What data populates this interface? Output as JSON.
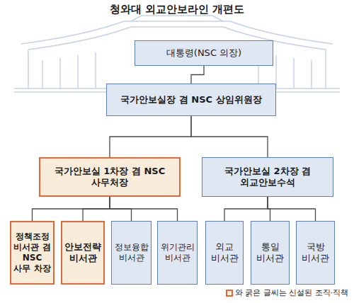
{
  "diagram": {
    "title": "청와대 외교안보라인 개편도",
    "nodes": [
      {
        "text": [
          "대통령(NSC 의장)"
        ]
      },
      {
        "text": [
          "국가안보실장 겸 NSC 상임위원장"
        ]
      },
      {
        "text": [
          "국가안보실 1차장 겸 NSC 사무처장"
        ]
      },
      {
        "text": [
          "국가안보실 2차장 겸 외교안보수석"
        ]
      },
      {
        "text": [
          "정책조정 비서관 겸 NSC 사무 차장"
        ]
      },
      {
        "text": [
          "안보전략 비서관"
        ]
      },
      {
        "text": [
          "정보융합 비서관"
        ]
      },
      {
        "text": [
          "위기관리 비서관"
        ]
      },
      {
        "text": [
          "외교 비서관"
        ]
      },
      {
        "text": [
          "통일 비서관"
        ]
      },
      {
        "text": [
          "국방 비서관"
        ]
      }
    ],
    "edges": [
      {
        "from": 0,
        "to": 1,
        "arrow": "none"
      },
      {
        "from": 1,
        "to": 2,
        "arrow": "none"
      },
      {
        "from": 1,
        "to": 3,
        "arrow": "none"
      },
      {
        "from": 2,
        "to": 4,
        "arrow": "none"
      },
      {
        "from": 2,
        "to": 5,
        "arrow": "none"
      },
      {
        "from": 2,
        "to": 6,
        "arrow": "none"
      },
      {
        "from": 2,
        "to": 7,
        "arrow": "none"
      },
      {
        "from": 3,
        "to": 8,
        "arrow": "none"
      },
      {
        "from": 3,
        "to": 9,
        "arrow": "none"
      },
      {
        "from": 3,
        "to": 10,
        "arrow": "none"
      }
    ],
    "legend": [
      {
        "text": "와 굵은 글씨는 신설된 조직·직책",
        "color": "#e0683a"
      }
    ]
  }
}
